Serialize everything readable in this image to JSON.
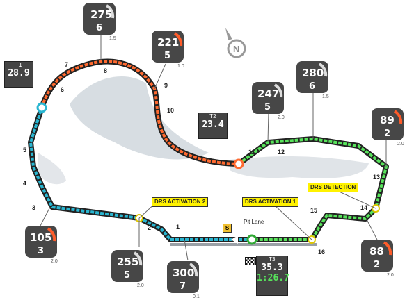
{
  "colors": {
    "sector1": "#29b6d1",
    "sector2": "#ff6a30",
    "sector3": "#57e35b",
    "lake": "#d7dde2",
    "box": "#474747"
  },
  "turns": [
    "1",
    "2",
    "3",
    "4",
    "5",
    "6",
    "7",
    "8",
    "9",
    "10",
    "11",
    "12",
    "13",
    "14",
    "15",
    "16"
  ],
  "speed_boxes": [
    {
      "id": "t8",
      "speed": "275",
      "gear": "6",
      "g": "1.5"
    },
    {
      "id": "t9",
      "speed": "221",
      "gear": "5",
      "g": "1.0"
    },
    {
      "id": "t11",
      "speed": "247",
      "gear": "5",
      "g": "2.0"
    },
    {
      "id": "t12",
      "speed": "280",
      "gear": "6",
      "g": "1.5"
    },
    {
      "id": "t13",
      "speed": "89",
      "gear": "2",
      "g": "2.0"
    },
    {
      "id": "t3",
      "speed": "105",
      "gear": "3",
      "g": "2.0"
    },
    {
      "id": "t2",
      "speed": "255",
      "gear": "5",
      "g": "2.0"
    },
    {
      "id": "t1",
      "speed": "300",
      "gear": "7",
      "g": "0.1"
    },
    {
      "id": "t16",
      "speed": "88",
      "gear": "2",
      "g": "2.0"
    }
  ],
  "sectors": [
    {
      "id": "T1",
      "time": "28.9"
    },
    {
      "id": "T2",
      "time": "23.4"
    },
    {
      "id": "T3",
      "time": "35.3",
      "lap": "1:26.7"
    }
  ],
  "labels": {
    "drs_activation_2": "DRS ACTIVATION 2",
    "drs_activation_1": "DRS ACTIVATION 1",
    "drs_detection": "DRS DETECTION",
    "pit_lane": "Pit Lane",
    "pit_sign": "S"
  },
  "compass": "N"
}
